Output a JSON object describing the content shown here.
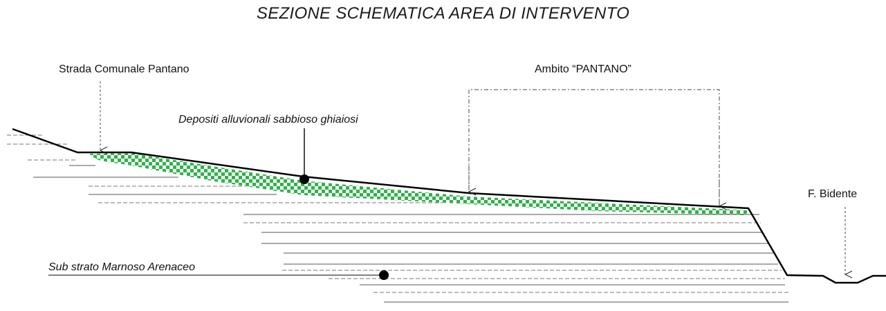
{
  "title": "SEZIONE SCHEMATICA AREA DI INTERVENTO",
  "labels": {
    "strada": "Strada Comunale Pantano",
    "ambito": "Ambito “PANTANO”",
    "depositi": "Depositi alluvionali sabbioso ghiaiosi",
    "bidente": "F. Bidente",
    "substrato": "Sub strato Marnoso  Arenaceo"
  },
  "colors": {
    "ground_line": "#000000",
    "deposit": "#2fb34a",
    "strata_line": "#555555",
    "annotation": "#444444"
  }
}
